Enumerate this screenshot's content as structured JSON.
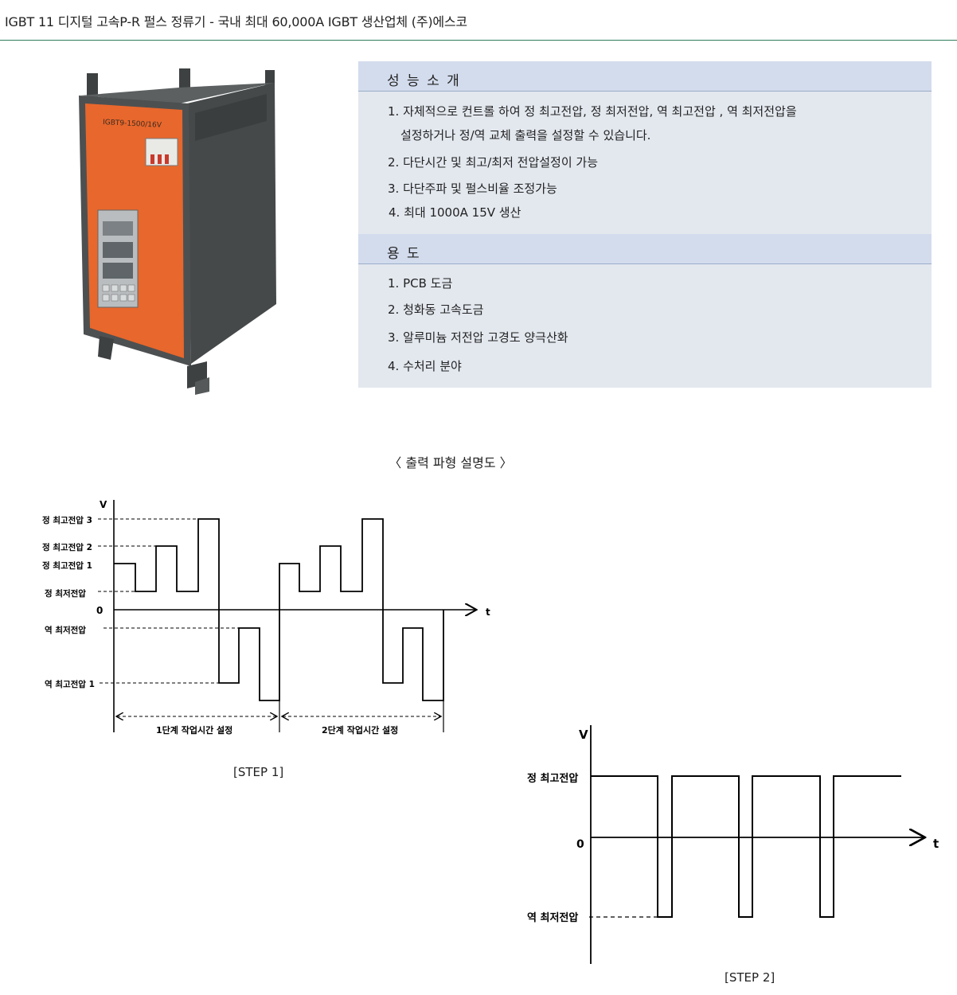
{
  "page": {
    "title": "IGBT 11 디지털 고속P-R 펄스 정류기 - 국내 최대 60,000A IGBT 생산업체 (주)에스코"
  },
  "product": {
    "nameplate": "IGBT9-1500/16V",
    "body_color": "#e8672c",
    "cabinet_color": "#4a4d4e"
  },
  "performance": {
    "header": "성 능 소 개",
    "items": [
      "1. 자체적으로 컨트롤 하여 정 최고전압, 정 최저전압, 역 최고전압 , 역 최저전압을",
      "설정하거나 정/역 교체 출력을 설정할 수 있습니다.",
      "2. 다단시간 및 최고/최저 전압설정이 가능",
      "3. 다단주파 및 펄스비율 조정가능",
      "4. 최대 1000A 15V 생산"
    ]
  },
  "usage": {
    "header": "용  도",
    "items": [
      "1. PCB 도금",
      "2. 청화동 고속도금",
      "3. 알루미늄 저전압 고경도 양극산화",
      "4. 수처리 분야"
    ]
  },
  "waveform_caption": "〈 출력 파형 설명도 〉",
  "step1": {
    "caption": "[STEP 1]",
    "axis_v": "V",
    "axis_t": "t",
    "zero": "0",
    "labels": {
      "pos_max3": "정 최고전압 3",
      "pos_max2": "정 최고전압 2",
      "pos_max1": "정 최고전압 1",
      "pos_min": "정 최저전압",
      "neg_min": "역 최저전압",
      "neg_max1": "역 최고전압 1"
    },
    "phase1": "1단계 작업시간 설정",
    "phase2": "2단계 작업시간 설정"
  },
  "step2": {
    "caption": "[STEP 2]",
    "axis_v": "V",
    "axis_t": "t",
    "zero": "0",
    "labels": {
      "pos_max": "정 최고전압",
      "neg_min": "역 최저전압"
    }
  }
}
